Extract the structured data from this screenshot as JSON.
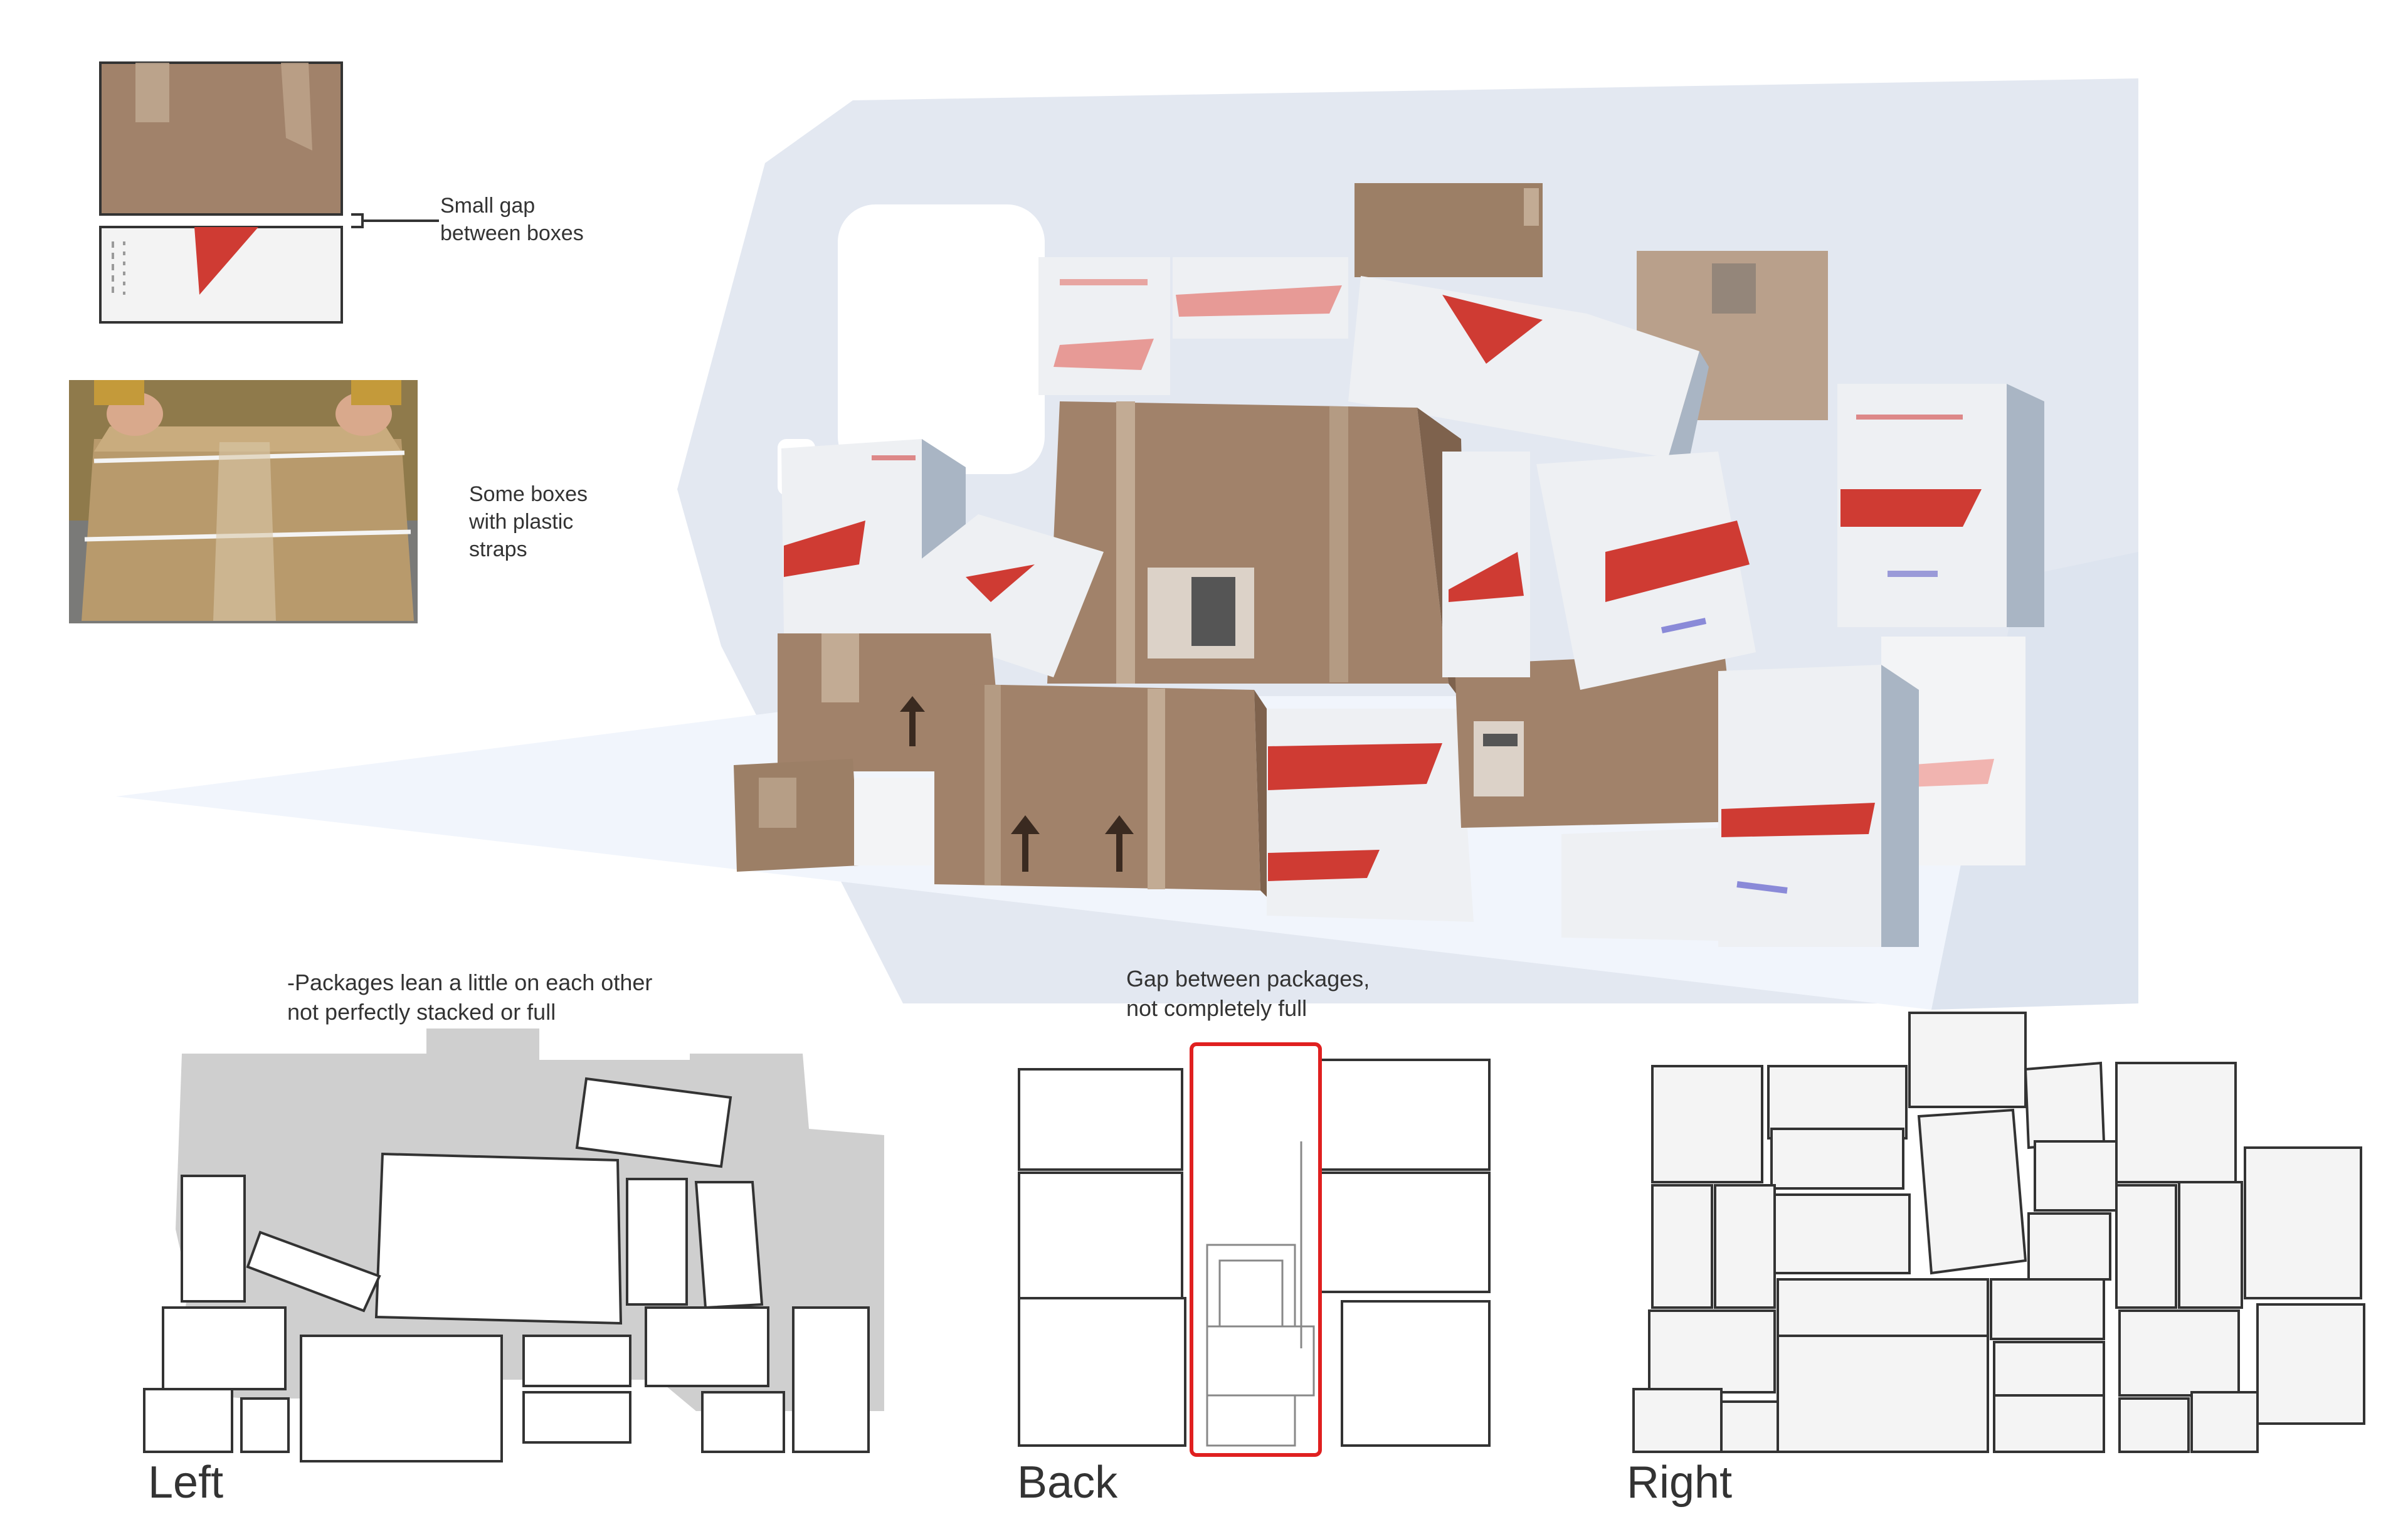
{
  "colors": {
    "cardboard": "#a1826a",
    "cardboard_dark": "#7e624d",
    "tape": "#c2ab94",
    "white_box": "#eef0f3",
    "white_box_side": "#a9b5c4",
    "red_mark": "#cf3b33",
    "van": "#e3e8f1",
    "floor": "#f1f5fc",
    "silhouette": "#cfcfcf",
    "highlight": "#e02020",
    "strap_photo_bg": "#8f7a4b"
  },
  "annotations": {
    "gap_note": "Small gap\nbetween boxes",
    "strap_note": "Some boxes\nwith plastic\nstraps",
    "lean_note": "-Packages lean a little on each other\n   not perfectly stacked or full",
    "gap_full_note": "Gap between packages,\nnot completely full"
  },
  "views": {
    "left": "Left",
    "back": "Back",
    "right": "Right"
  }
}
